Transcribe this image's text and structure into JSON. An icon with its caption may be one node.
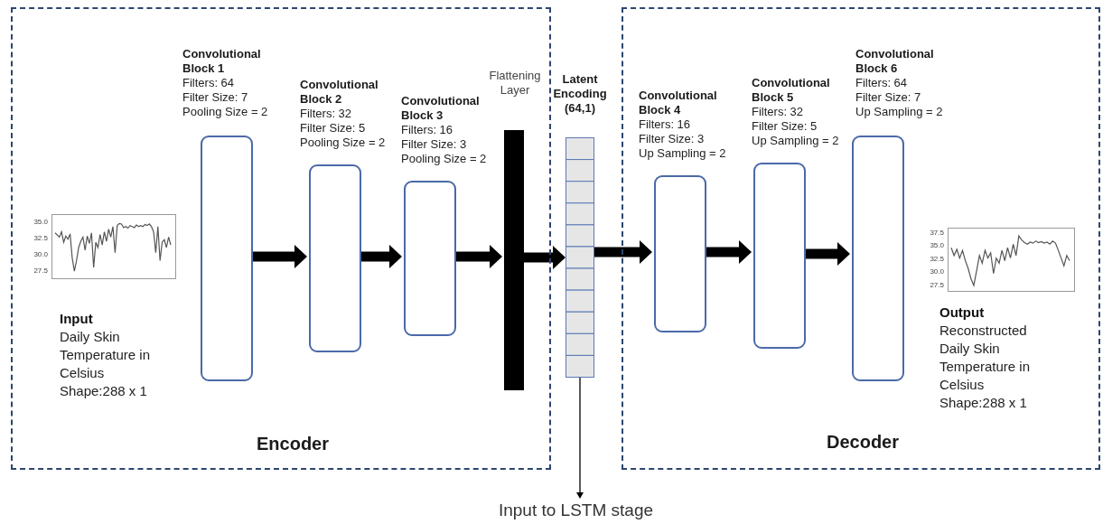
{
  "diagram": {
    "nodes": [
      {
        "text": [
          "Encoder"
        ]
      },
      {
        "text": [],
        "shape": "chart",
        "in": 0,
        "beside": [
          "35.0",
          "32.5",
          "30.0",
          "27.5",
          "Input",
          "Daily Skin Temperature in Celsius Shape:288 x 1"
        ]
      },
      {
        "text": [
          "Convolutional Block 1",
          "Filters: 64",
          "Filter Size: 7",
          "Pooling Size = 2"
        ],
        "in": 0
      },
      {
        "text": [
          "Convolutional Block 2",
          "Filters: 32",
          "Filter Size: 5",
          "Pooling Size = 2"
        ],
        "in": 0
      },
      {
        "text": [
          "Convolutional Block 3",
          "Filters: 16",
          "Filter Size: 3",
          "Pooling Size = 2"
        ],
        "in": 0
      },
      {
        "text": [
          "Flattening Layer"
        ],
        "in": 0
      },
      {
        "text": [
          "Latent Encoding (64,1)"
        ]
      },
      {
        "text": [
          "Decoder"
        ]
      },
      {
        "text": [
          "Convolutional Block 4",
          "Filters: 16",
          "Filter Size: 3",
          "Up Sampling = 2"
        ],
        "in": 7
      },
      {
        "text": [
          "Convolutional Block 5",
          "Filters: 32",
          "Filter Size: 5",
          "Up Sampling = 2"
        ],
        "in": 7
      },
      {
        "text": [
          "Convolutional Block 6",
          "Filters: 64",
          "Filter Size: 7",
          "Up Sampling = 2"
        ],
        "in": 7
      },
      {
        "text": [],
        "shape": "chart",
        "in": 7,
        "beside": [
          "37.5",
          "35.0",
          "32.5",
          "30.0",
          "27.5",
          "Output",
          "Reconstructed Daily Skin Temperature in Celsius Shape:288 x 1"
        ]
      },
      {
        "text": [
          "Input to LSTM stage"
        ]
      }
    ],
    "edges": [
      {
        "from": 2,
        "to": 3,
        "arrow": "to"
      },
      {
        "from": 3,
        "to": 4,
        "arrow": "to"
      },
      {
        "from": 4,
        "to": 5,
        "arrow": "to"
      },
      {
        "from": 5,
        "to": 6,
        "arrow": "to"
      },
      {
        "from": 6,
        "to": 8,
        "arrow": "to"
      },
      {
        "from": 8,
        "to": 9,
        "arrow": "to"
      },
      {
        "from": 9,
        "to": 10,
        "arrow": "to"
      },
      {
        "from": 6,
        "to": 12,
        "arrow": "to"
      }
    ]
  }
}
